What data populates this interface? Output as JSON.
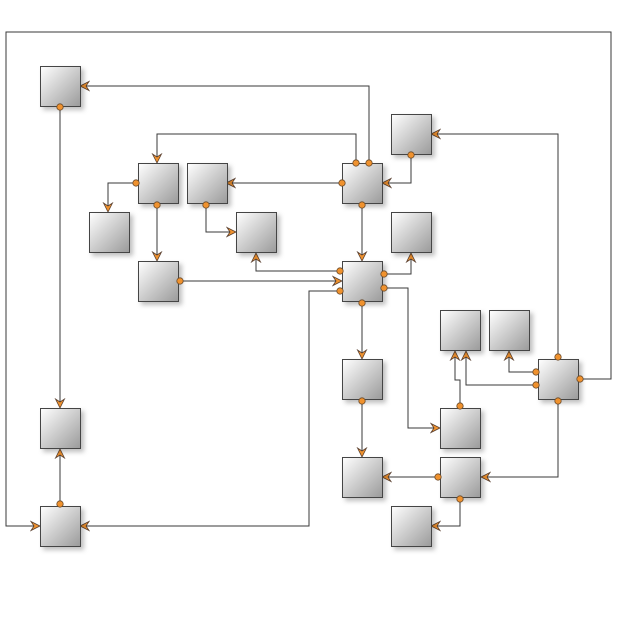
{
  "diagram": {
    "colors": {
      "edge": "#3a3a3a",
      "port": "#f0922e",
      "node_border": "#444444",
      "node_light": "#ffffff",
      "node_dark": "#9a9a9a"
    },
    "nodes": [
      "n1",
      "n2",
      "n3",
      "n4",
      "n5",
      "n6",
      "n7",
      "n8",
      "n9",
      "n10",
      "n11",
      "n12",
      "n13",
      "n14",
      "n15",
      "n16",
      "n17",
      "n18",
      "n19",
      "n20"
    ],
    "edges": [
      [
        "n4",
        "n1"
      ],
      [
        "n4",
        "n2"
      ],
      [
        "n5",
        "n4"
      ],
      [
        "n4",
        "n3"
      ],
      [
        "n2",
        "n6"
      ],
      [
        "n2",
        "n9"
      ],
      [
        "n3",
        "n7"
      ],
      [
        "n4",
        "n10"
      ],
      [
        "n9",
        "n10"
      ],
      [
        "n10",
        "n7"
      ],
      [
        "n10",
        "n19"
      ],
      [
        "n10",
        "n8"
      ],
      [
        "n10",
        "n16"
      ],
      [
        "n10",
        "n14"
      ],
      [
        "n14",
        "n17"
      ],
      [
        "n18",
        "n17"
      ],
      [
        "n18",
        "n20"
      ],
      [
        "n16",
        "n11"
      ],
      [
        "n13",
        "n11"
      ],
      [
        "n13",
        "n12"
      ],
      [
        "n13",
        "n5"
      ],
      [
        "n13",
        "n18"
      ],
      [
        "n13",
        "n19"
      ],
      [
        "n19",
        "n15"
      ],
      [
        "n1",
        "n15"
      ]
    ]
  }
}
